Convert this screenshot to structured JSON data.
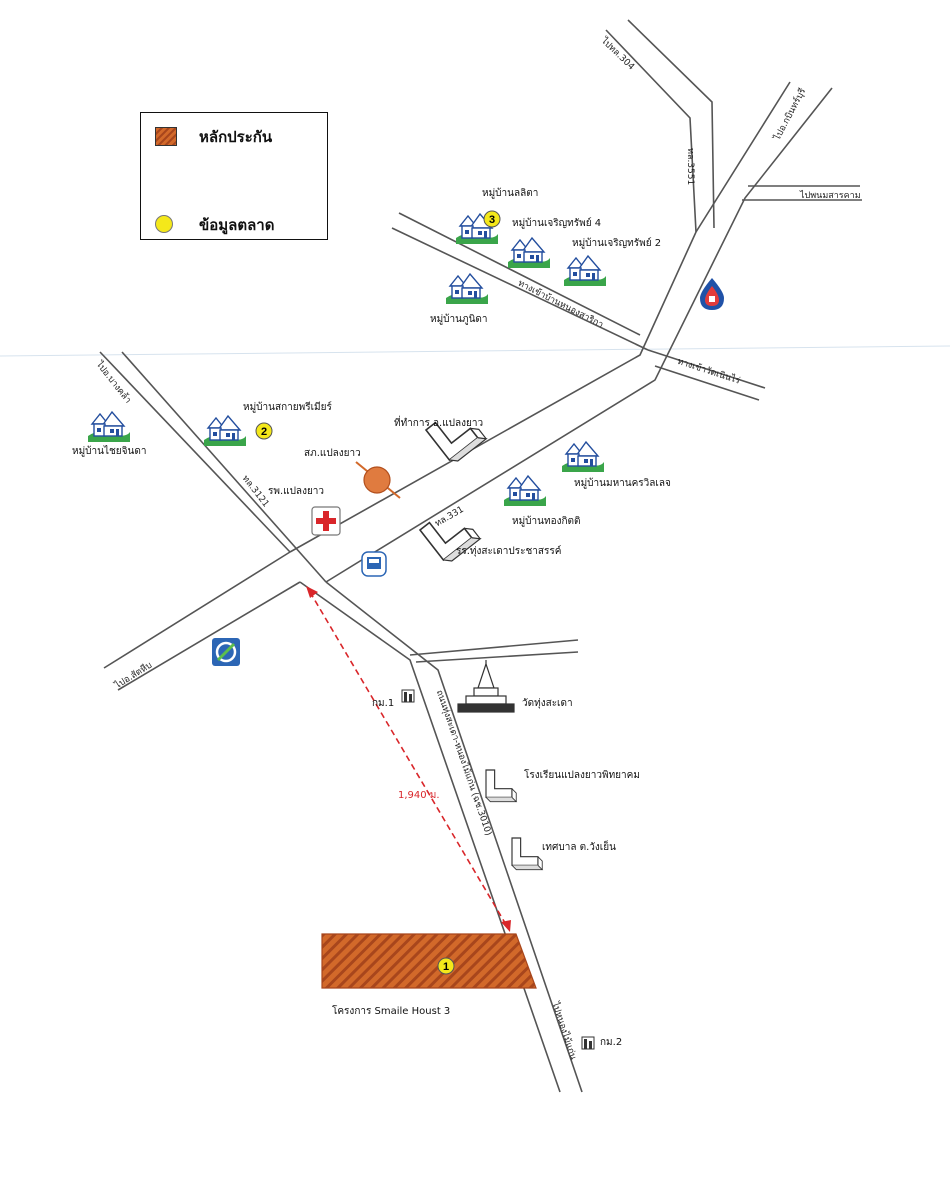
{
  "legend": {
    "collateral_label": "หลักประกัน",
    "market_label": "ข้อมูลตลาด",
    "collateral_color": "#d2692a",
    "market_color": "#f4e81a"
  },
  "roads": {
    "to_304": "ไปทล.304",
    "to_kabin": "ไปอ.กบินทร์บุรี",
    "to_phanom": "ไปพนมสารคาม",
    "road_3551": "ทล.3551",
    "road_331": "ทล.331",
    "road_3121": "ทล.3121",
    "to_bangkla": "ไปอ.บางคล้า",
    "to_sanamchai": "ไปอ.สัตหีบ",
    "nong_sarika": "ทางเข้าบ้านหนองสาริกา",
    "wat_wangyen": "ทางเข้าวัดเนินไร่",
    "main_road": "ถนนทุ่งสะเดา-หนองไม้แก่น (ฉช.3010)",
    "to_nongmaikaen": "ไปหนองไม้แก่น"
  },
  "places": {
    "lalita": "หมู่บ้านลลิตา",
    "charoen4": "หมู่บ้านเจริญทรัพย์ 4",
    "charoen2": "หมู่บ้านเจริญทรัพย์ 2",
    "phunida": "หมู่บ้านภูนิดา",
    "kai_premier": "หมู่บ้านสกายพรีเมียร์",
    "chai_chinda": "หมู่บ้านไชยจินดา",
    "police": "ที่ทำการ อ.แปลงยาว",
    "tsk": "สภ.แปลงยาว",
    "hospital": "รพ.แปลงยาว",
    "mahanakorn": "หมู่บ้านมหานครวิลเลจ",
    "thongkit": "หมู่บ้านทองกิตติ",
    "school1": "รร.ทุ่งสะเดาประชาสรรค์",
    "wat": "วัดทุ่งสะเดา",
    "school2": "โรงเรียนแปลงยาวพิทยาคม",
    "municipal": "เทศบาล ต.วังเย็น",
    "km1": "กม.1",
    "km2": "กม.2",
    "distance": "1,940 ม.",
    "project": "โครงการ Smaile Houst 3"
  },
  "markers": {
    "m1": "1",
    "m2": "2",
    "m3": "3"
  }
}
